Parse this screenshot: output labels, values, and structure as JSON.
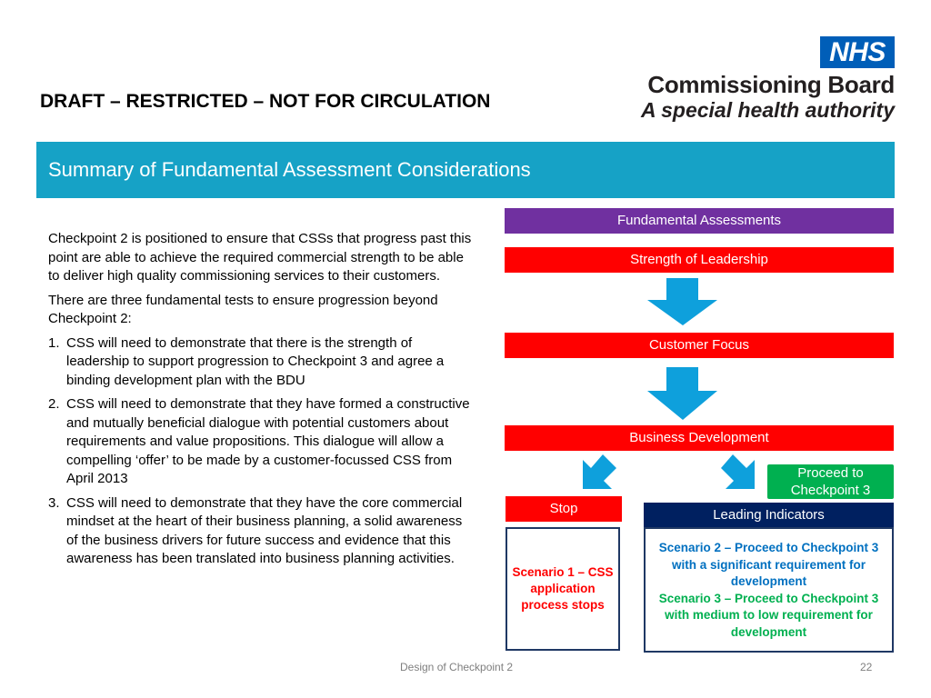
{
  "header": {
    "draft_notice": "DRAFT – RESTRICTED – NOT FOR CIRCULATION",
    "logo": {
      "nhs": "NHS",
      "line1": "Commissioning Board",
      "line2": "A special health authority"
    }
  },
  "banner": {
    "title": "Summary of Fundamental Assessment Considerations"
  },
  "body": {
    "intro": "Checkpoint 2 is positioned to ensure that CSSs that progress past this point are able to achieve the required commercial strength to be able to deliver high quality commissioning services to their customers.",
    "tests_intro": "There are three fundamental tests to ensure progression beyond Checkpoint 2:",
    "tests": [
      {
        "num": "1.",
        "text": "CSS will need to demonstrate that there is the strength of leadership to support progression to Checkpoint 3 and agree a binding development plan with the BDU"
      },
      {
        "num": "2.",
        "text": "CSS will need to demonstrate that they have formed a constructive and mutually beneficial dialogue with potential customers about requirements and value propositions. This dialogue will allow a compelling ‘offer’ to be made by a customer-focussed CSS from April 2013"
      },
      {
        "num": "3.",
        "text": "CSS will need to demonstrate that they have the core commercial mindset at the heart of their business planning, a solid awareness of the business drivers for future success and evidence that this awareness has been translated into business planning activities."
      }
    ]
  },
  "flow": {
    "header": "Fundamental Assessments",
    "step1": "Strength of Leadership",
    "step2": "Customer Focus",
    "step3": "Business Development",
    "stop": "Stop",
    "proceed": "Proceed to Checkpoint 3",
    "leading": "Leading Indicators",
    "scenario1": "Scenario 1 – CSS application process stops",
    "scenario2": "Scenario 2 – Proceed to Checkpoint 3 with a significant requirement for  development",
    "scenario3": "Scenario 3 – Proceed to Checkpoint 3 with medium to low requirement for development"
  },
  "footer": {
    "title": "Design of Checkpoint 2",
    "page": "22"
  },
  "colors": {
    "banner": "#16a2c6",
    "purple": "#7030a0",
    "red": "#ff0000",
    "green": "#00b050",
    "navy": "#002060",
    "arrow": "#0ea0dc",
    "nhs_blue": "#005EB8"
  }
}
